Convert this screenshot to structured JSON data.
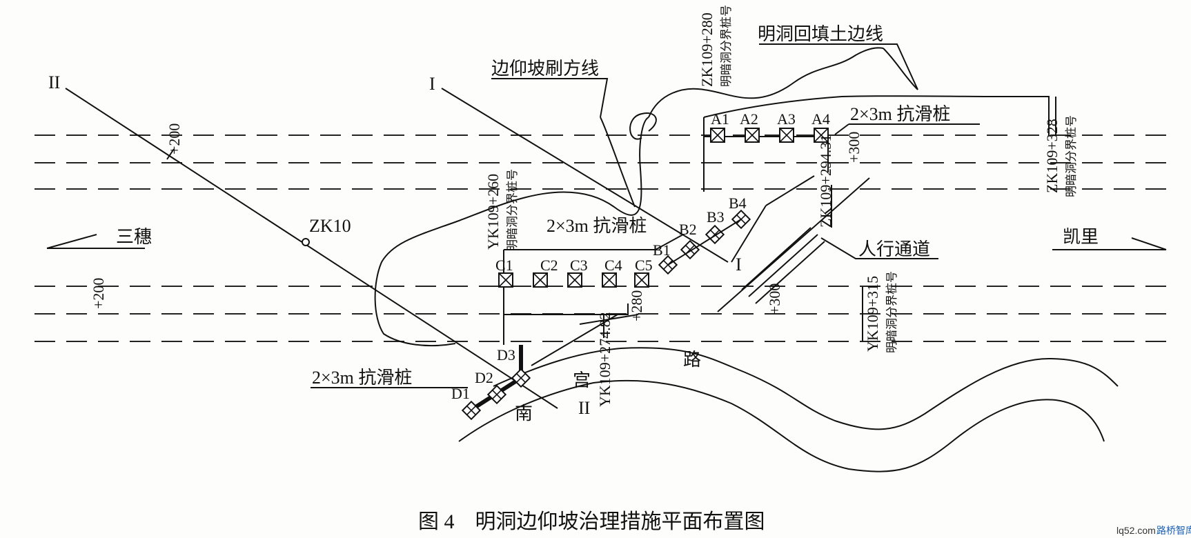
{
  "labels": {
    "backfill_edge": "明洞回填土边线",
    "slope_line": "边仰坡刷方线",
    "pile_a": "2×3m 抗滑桩",
    "pile_c": "2×3m 抗滑桩",
    "pile_d": "2×3m 抗滑桩",
    "section_1": "I",
    "section_1_end": "I",
    "section_2": "II",
    "section_2_end": "II",
    "zk10": "ZK10",
    "sansui": "三穗",
    "kaili": "凯里",
    "walkway": "人行通道",
    "road_1": "南",
    "road_2": "宫",
    "road_3": "路",
    "st_plus200_a": "+200",
    "st_plus200_b": "+200",
    "st_plus280": "+280",
    "st_plus300_a": "+300",
    "st_plus300_b": "+300",
    "zk_280": "ZK109+280",
    "zk_280_sub": "明暗洞分界桩号",
    "zk_294": "ZK109+294.31",
    "zk_328": "ZK109+328",
    "zk_328_sub": "明暗洞分界桩号",
    "yk_260": "YK109+260",
    "yk_260_sub": "明暗洞分界桩号",
    "yk_274": "YK109+274.82",
    "yk_315": "YK109+315",
    "yk_315_sub": "明暗洞分界桩号"
  },
  "piles": {
    "A": [
      "A1",
      "A2",
      "A3",
      "A4"
    ],
    "B": [
      "B1",
      "B2",
      "B3",
      "B4"
    ],
    "C": [
      "C1",
      "C2",
      "C3",
      "C4",
      "C5"
    ],
    "D": [
      "D1",
      "D2",
      "D3"
    ]
  },
  "caption": "图 4　明洞边仰坡治理措施平面布置图",
  "watermark": {
    "site": "lq52.com",
    "brand": "路桥智库"
  }
}
